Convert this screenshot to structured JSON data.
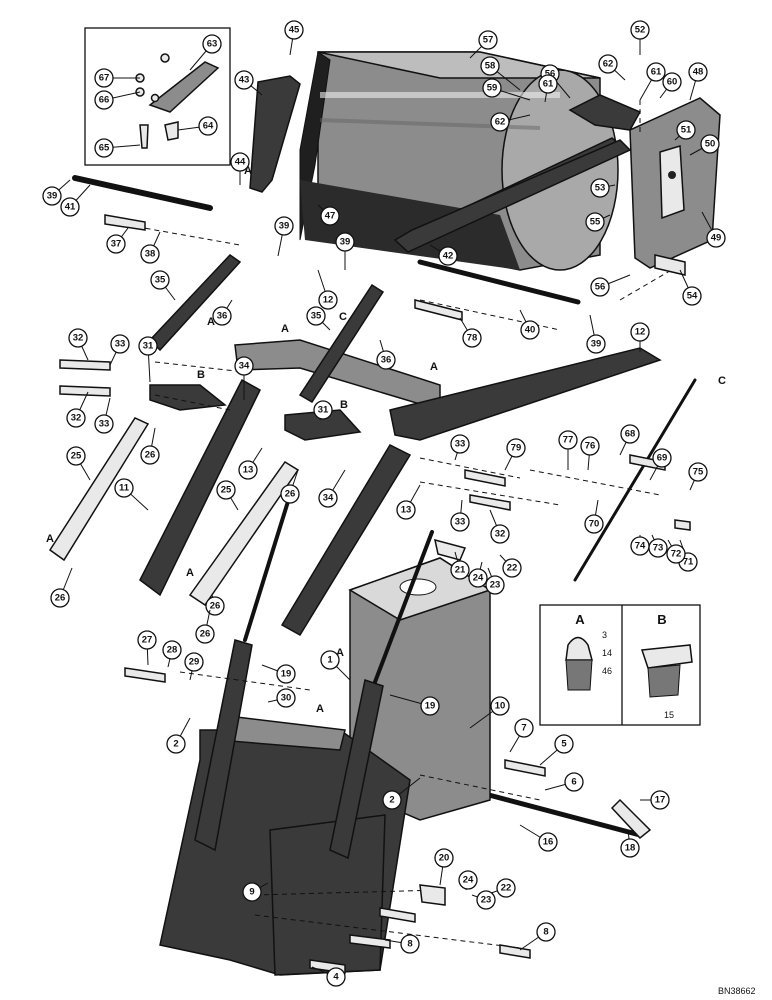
{
  "reference": "BN38662",
  "detail_box": {
    "left_label": "A",
    "right_label": "B",
    "left_numbers": [
      "3",
      "14",
      "46"
    ],
    "right_number": "15"
  },
  "letters": [
    "A",
    "A",
    "A",
    "A",
    "A",
    "A",
    "A",
    "A",
    "B",
    "B",
    "C",
    "C"
  ],
  "callouts": [
    "1",
    "2",
    "2",
    "4",
    "5",
    "6",
    "7",
    "8",
    "8",
    "9",
    "10",
    "11",
    "12",
    "12",
    "13",
    "13",
    "16",
    "17",
    "18",
    "19",
    "19",
    "20",
    "21",
    "22",
    "22",
    "23",
    "23",
    "24",
    "24",
    "25",
    "25",
    "26",
    "26",
    "26",
    "26",
    "26",
    "27",
    "28",
    "29",
    "30",
    "31",
    "31",
    "32",
    "32",
    "32",
    "33",
    "33",
    "33",
    "33",
    "34",
    "34",
    "35",
    "35",
    "36",
    "36",
    "37",
    "38",
    "39",
    "39",
    "39",
    "39",
    "40",
    "41",
    "42",
    "43",
    "44",
    "45",
    "47",
    "48",
    "49",
    "50",
    "51",
    "52",
    "53",
    "54",
    "55",
    "56",
    "56",
    "57",
    "58",
    "59",
    "60",
    "61",
    "61",
    "62",
    "62",
    "63",
    "64",
    "65",
    "66",
    "67",
    "68",
    "69",
    "70",
    "71",
    "72",
    "73",
    "74",
    "75",
    "76",
    "77",
    "78",
    "79"
  ]
}
